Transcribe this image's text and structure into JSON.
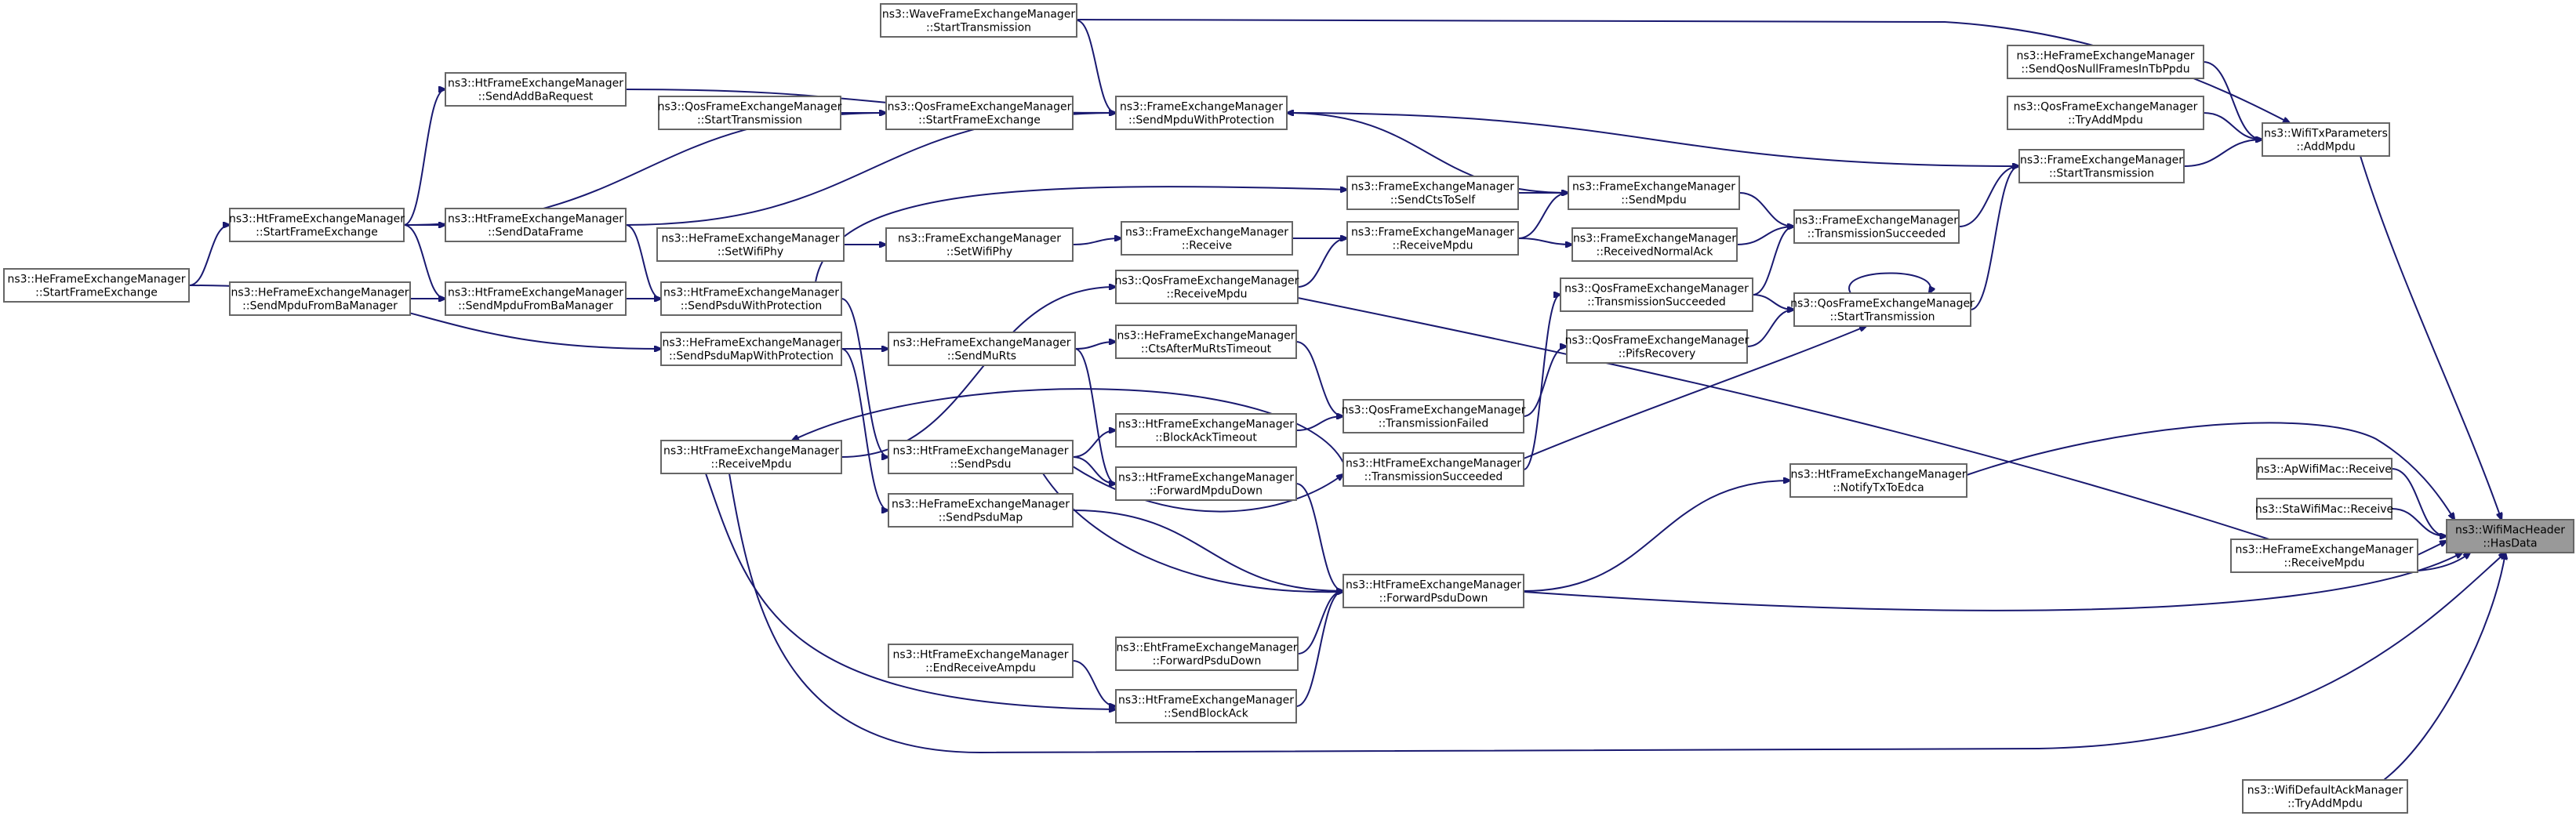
{
  "nodes": [
    {
      "id": "wave_start",
      "lines": [
        "ns3::WaveFrameExchangeManager",
        "::StartTransmission"
      ]
    },
    {
      "id": "he_qosnull",
      "lines": [
        "ns3::HeFrameExchangeManager",
        "::SendQosNullFramesInTbPpdu"
      ]
    },
    {
      "id": "qos_tryadd",
      "lines": [
        "ns3::QosFrameExchangeManager",
        "::TryAddMpdu"
      ]
    },
    {
      "id": "txparams_add",
      "lines": [
        "ns3::WifiTxParameters",
        "::AddMpdu"
      ]
    },
    {
      "id": "ht_addba",
      "lines": [
        "ns3::HtFrameExchangeManager",
        "::SendAddBaRequest"
      ]
    },
    {
      "id": "fem_protect",
      "lines": [
        "ns3::FrameExchangeManager",
        "::SendMpduWithProtection"
      ]
    },
    {
      "id": "qos_start",
      "lines": [
        "ns3::QosFrameExchangeManager",
        "::StartTransmission"
      ]
    },
    {
      "id": "qos_sfe",
      "lines": [
        "ns3::QosFrameExchangeManager",
        "::StartFrameExchange"
      ]
    },
    {
      "id": "fem_start",
      "lines": [
        "ns3::FrameExchangeManager",
        "::StartTransmission"
      ]
    },
    {
      "id": "ht_sfe",
      "lines": [
        "ns3::HtFrameExchangeManager",
        "::StartFrameExchange"
      ]
    },
    {
      "id": "ht_dataframe",
      "lines": [
        "ns3::HtFrameExchangeManager",
        "::SendDataFrame"
      ]
    },
    {
      "id": "fem_cts",
      "lines": [
        "ns3::FrameExchangeManager",
        "::SendCtsToSelf"
      ]
    },
    {
      "id": "fem_sendmpdu",
      "lines": [
        "ns3::FrameExchangeManager",
        "::SendMpdu"
      ]
    },
    {
      "id": "fem_txs",
      "lines": [
        "ns3::FrameExchangeManager",
        "::TransmissionSucceeded"
      ]
    },
    {
      "id": "he_sfe",
      "lines": [
        "ns3::HeFrameExchangeManager",
        "::StartFrameExchange"
      ]
    },
    {
      "id": "he_setphy",
      "lines": [
        "ns3::HeFrameExchangeManager",
        "::SetWifiPhy"
      ]
    },
    {
      "id": "fem_setphy",
      "lines": [
        "ns3::FrameExchangeManager",
        "::SetWifiPhy"
      ]
    },
    {
      "id": "fem_receive",
      "lines": [
        "ns3::FrameExchangeManager",
        "::Receive"
      ]
    },
    {
      "id": "fem_recvmpdu",
      "lines": [
        "ns3::FrameExchangeManager",
        "::ReceiveMpdu"
      ]
    },
    {
      "id": "fem_normack",
      "lines": [
        "ns3::FrameExchangeManager",
        "::ReceivedNormalAck"
      ]
    },
    {
      "id": "he_mpdufromba",
      "lines": [
        "ns3::HeFrameExchangeManager",
        "::SendMpduFromBaManager"
      ]
    },
    {
      "id": "ht_mpdufromba",
      "lines": [
        "ns3::HtFrameExchangeManager",
        "::SendMpduFromBaManager"
      ]
    },
    {
      "id": "ht_psduprot",
      "lines": [
        "ns3::HtFrameExchangeManager",
        "::SendPsduWithProtection"
      ]
    },
    {
      "id": "qos_recvmpdu",
      "lines": [
        "ns3::QosFrameExchangeManager",
        "::ReceiveMpdu"
      ]
    },
    {
      "id": "qos_txs",
      "lines": [
        "ns3::QosFrameExchangeManager",
        "::TransmissionSucceeded"
      ]
    },
    {
      "id": "qos_starttx",
      "lines": [
        "ns3::QosFrameExchangeManager",
        "::StartTransmission"
      ]
    },
    {
      "id": "he_psdumap",
      "lines": [
        "ns3::HeFrameExchangeManager",
        "::SendPsduMapWithProtection"
      ]
    },
    {
      "id": "he_mu_rts",
      "lines": [
        "ns3::HeFrameExchangeManager",
        "::SendMuRts"
      ]
    },
    {
      "id": "he_ctsafter",
      "lines": [
        "ns3::HeFrameExchangeManager",
        "::CtsAfterMuRtsTimeout"
      ]
    },
    {
      "id": "qos_pifs",
      "lines": [
        "ns3::QosFrameExchangeManager",
        "::PifsRecovery"
      ]
    },
    {
      "id": "qos_txfailed",
      "lines": [
        "ns3::QosFrameExchangeManager",
        "::TransmissionFailed"
      ]
    },
    {
      "id": "ht_recvmpdu",
      "lines": [
        "ns3::HtFrameExchangeManager",
        "::ReceiveMpdu"
      ]
    },
    {
      "id": "ht_sendpsdu",
      "lines": [
        "ns3::HtFrameExchangeManager",
        "::SendPsdu"
      ]
    },
    {
      "id": "ht_baTimeout",
      "lines": [
        "ns3::HtFrameExchangeManager",
        "::BlockAckTimeout"
      ]
    },
    {
      "id": "ht_fwdmpdu",
      "lines": [
        "ns3::HtFrameExchangeManager",
        "::ForwardMpduDown"
      ]
    },
    {
      "id": "ht_txs",
      "lines": [
        "ns3::HtFrameExchangeManager",
        "::TransmissionSucceeded"
      ]
    },
    {
      "id": "ht_notify",
      "lines": [
        "ns3::HtFrameExchangeManager",
        "::NotifyTxToEdca"
      ]
    },
    {
      "id": "he_sendpsdumap",
      "lines": [
        "ns3::HeFrameExchangeManager",
        "::SendPsduMap"
      ]
    },
    {
      "id": "ht_fwdpsdu",
      "lines": [
        "ns3::HtFrameExchangeManager",
        "::ForwardPsduDown"
      ]
    },
    {
      "id": "eht_fwdpsdu",
      "lines": [
        "ns3::EhtFrameExchangeManager",
        "::ForwardPsduDown"
      ]
    },
    {
      "id": "ht_endampdu",
      "lines": [
        "ns3::HtFrameExchangeManager",
        "::EndReceiveAmpdu"
      ]
    },
    {
      "id": "ht_sendback",
      "lines": [
        "ns3::HtFrameExchangeManager",
        "::SendBlockAck"
      ]
    },
    {
      "id": "ap_receive",
      "lines": [
        "ns3::ApWifiMac::Receive"
      ]
    },
    {
      "id": "sta_receive",
      "lines": [
        "ns3::StaWifiMac::Receive"
      ]
    },
    {
      "id": "he_recvmpdu",
      "lines": [
        "ns3::HeFrameExchangeManager",
        "::ReceiveMpdu"
      ]
    },
    {
      "id": "hasdata",
      "lines": [
        "ns3::WifiMacHeader",
        "::HasData"
      ],
      "focus": true
    },
    {
      "id": "ack_tryadd",
      "lines": [
        "ns3::WifiDefaultAckManager",
        "::TryAddMpdu"
      ]
    }
  ],
  "edges": [
    [
      "wave_start",
      "fem_protect"
    ],
    [
      "wave_start",
      "txparams_add"
    ],
    [
      "he_qosnull",
      "txparams_add"
    ],
    [
      "qos_tryadd",
      "txparams_add"
    ],
    [
      "fem_start",
      "txparams_add"
    ],
    [
      "fem_start",
      "fem_protect"
    ],
    [
      "qos_start",
      "qos_sfe"
    ],
    [
      "qos_sfe",
      "fem_protect"
    ],
    [
      "ht_addba",
      "fem_protect"
    ],
    [
      "ht_sfe",
      "ht_addba"
    ],
    [
      "ht_sfe",
      "qos_sfe"
    ],
    [
      "ht_sfe",
      "ht_dataframe"
    ],
    [
      "ht_sfe",
      "ht_mpdufromba"
    ],
    [
      "ht_dataframe",
      "fem_protect"
    ],
    [
      "ht_dataframe",
      "ht_psduprot"
    ],
    [
      "he_sfe",
      "ht_sfe"
    ],
    [
      "he_sfe",
      "he_psdumap"
    ],
    [
      "he_mpdufromba",
      "ht_mpdufromba"
    ],
    [
      "ht_mpdufromba",
      "ht_psduprot"
    ],
    [
      "ht_psduprot",
      "fem_cts"
    ],
    [
      "ht_psduprot",
      "ht_sendpsdu"
    ],
    [
      "fem_cts",
      "fem_sendmpdu"
    ],
    [
      "fem_protect",
      "fem_sendmpdu"
    ],
    [
      "fem_sendmpdu",
      "fem_txs"
    ],
    [
      "fem_normack",
      "fem_txs"
    ],
    [
      "fem_txs",
      "fem_start"
    ],
    [
      "he_setphy",
      "fem_setphy"
    ],
    [
      "fem_setphy",
      "fem_receive"
    ],
    [
      "fem_receive",
      "fem_recvmpdu"
    ],
    [
      "fem_recvmpdu",
      "fem_sendmpdu"
    ],
    [
      "fem_recvmpdu",
      "fem_normack"
    ],
    [
      "qos_recvmpdu",
      "fem_recvmpdu"
    ],
    [
      "qos_recvmpdu",
      "hasdata"
    ],
    [
      "qos_txs",
      "fem_txs"
    ],
    [
      "qos_txs",
      "qos_starttx"
    ],
    [
      "qos_pifs",
      "qos_starttx"
    ],
    [
      "qos_starttx",
      "fem_start"
    ],
    [
      "qos_starttx",
      "qos_starttx"
    ],
    [
      "he_psdumap",
      "he_mu_rts"
    ],
    [
      "he_psdumap",
      "he_sendpsdumap"
    ],
    [
      "he_mu_rts",
      "he_ctsafter"
    ],
    [
      "he_mu_rts",
      "ht_fwdmpdu"
    ],
    [
      "he_ctsafter",
      "qos_txfailed"
    ],
    [
      "ht_baTimeout",
      "qos_txfailed"
    ],
    [
      "qos_txfailed",
      "qos_pifs"
    ],
    [
      "ht_txs",
      "qos_txs"
    ],
    [
      "ht_txs",
      "qos_starttx"
    ],
    [
      "ht_txs",
      "ht_recvmpdu"
    ],
    [
      "ht_recvmpdu",
      "qos_recvmpdu"
    ],
    [
      "ht_recvmpdu",
      "hasdata"
    ],
    [
      "ht_sendpsdu",
      "ht_baTimeout"
    ],
    [
      "ht_sendpsdu",
      "ht_fwdmpdu"
    ],
    [
      "ht_sendpsdu",
      "ht_txs"
    ],
    [
      "ht_sendpsdu",
      "ht_fwdpsdu"
    ],
    [
      "ht_fwdmpdu",
      "ht_fwdpsdu"
    ],
    [
      "he_sendpsdumap",
      "ht_fwdpsdu"
    ],
    [
      "eht_fwdpsdu",
      "ht_fwdpsdu"
    ],
    [
      "ht_sendback",
      "ht_fwdpsdu"
    ],
    [
      "ht_endampdu",
      "ht_sendback"
    ],
    [
      "ht_recvmpdu",
      "ht_sendback"
    ],
    [
      "ht_fwdpsdu",
      "ht_notify"
    ],
    [
      "ht_fwdpsdu",
      "hasdata"
    ],
    [
      "ht_notify",
      "hasdata"
    ],
    [
      "ap_receive",
      "hasdata"
    ],
    [
      "sta_receive",
      "hasdata"
    ],
    [
      "he_recvmpdu",
      "hasdata"
    ],
    [
      "txparams_add",
      "hasdata"
    ],
    [
      "ack_tryadd",
      "hasdata"
    ]
  ]
}
